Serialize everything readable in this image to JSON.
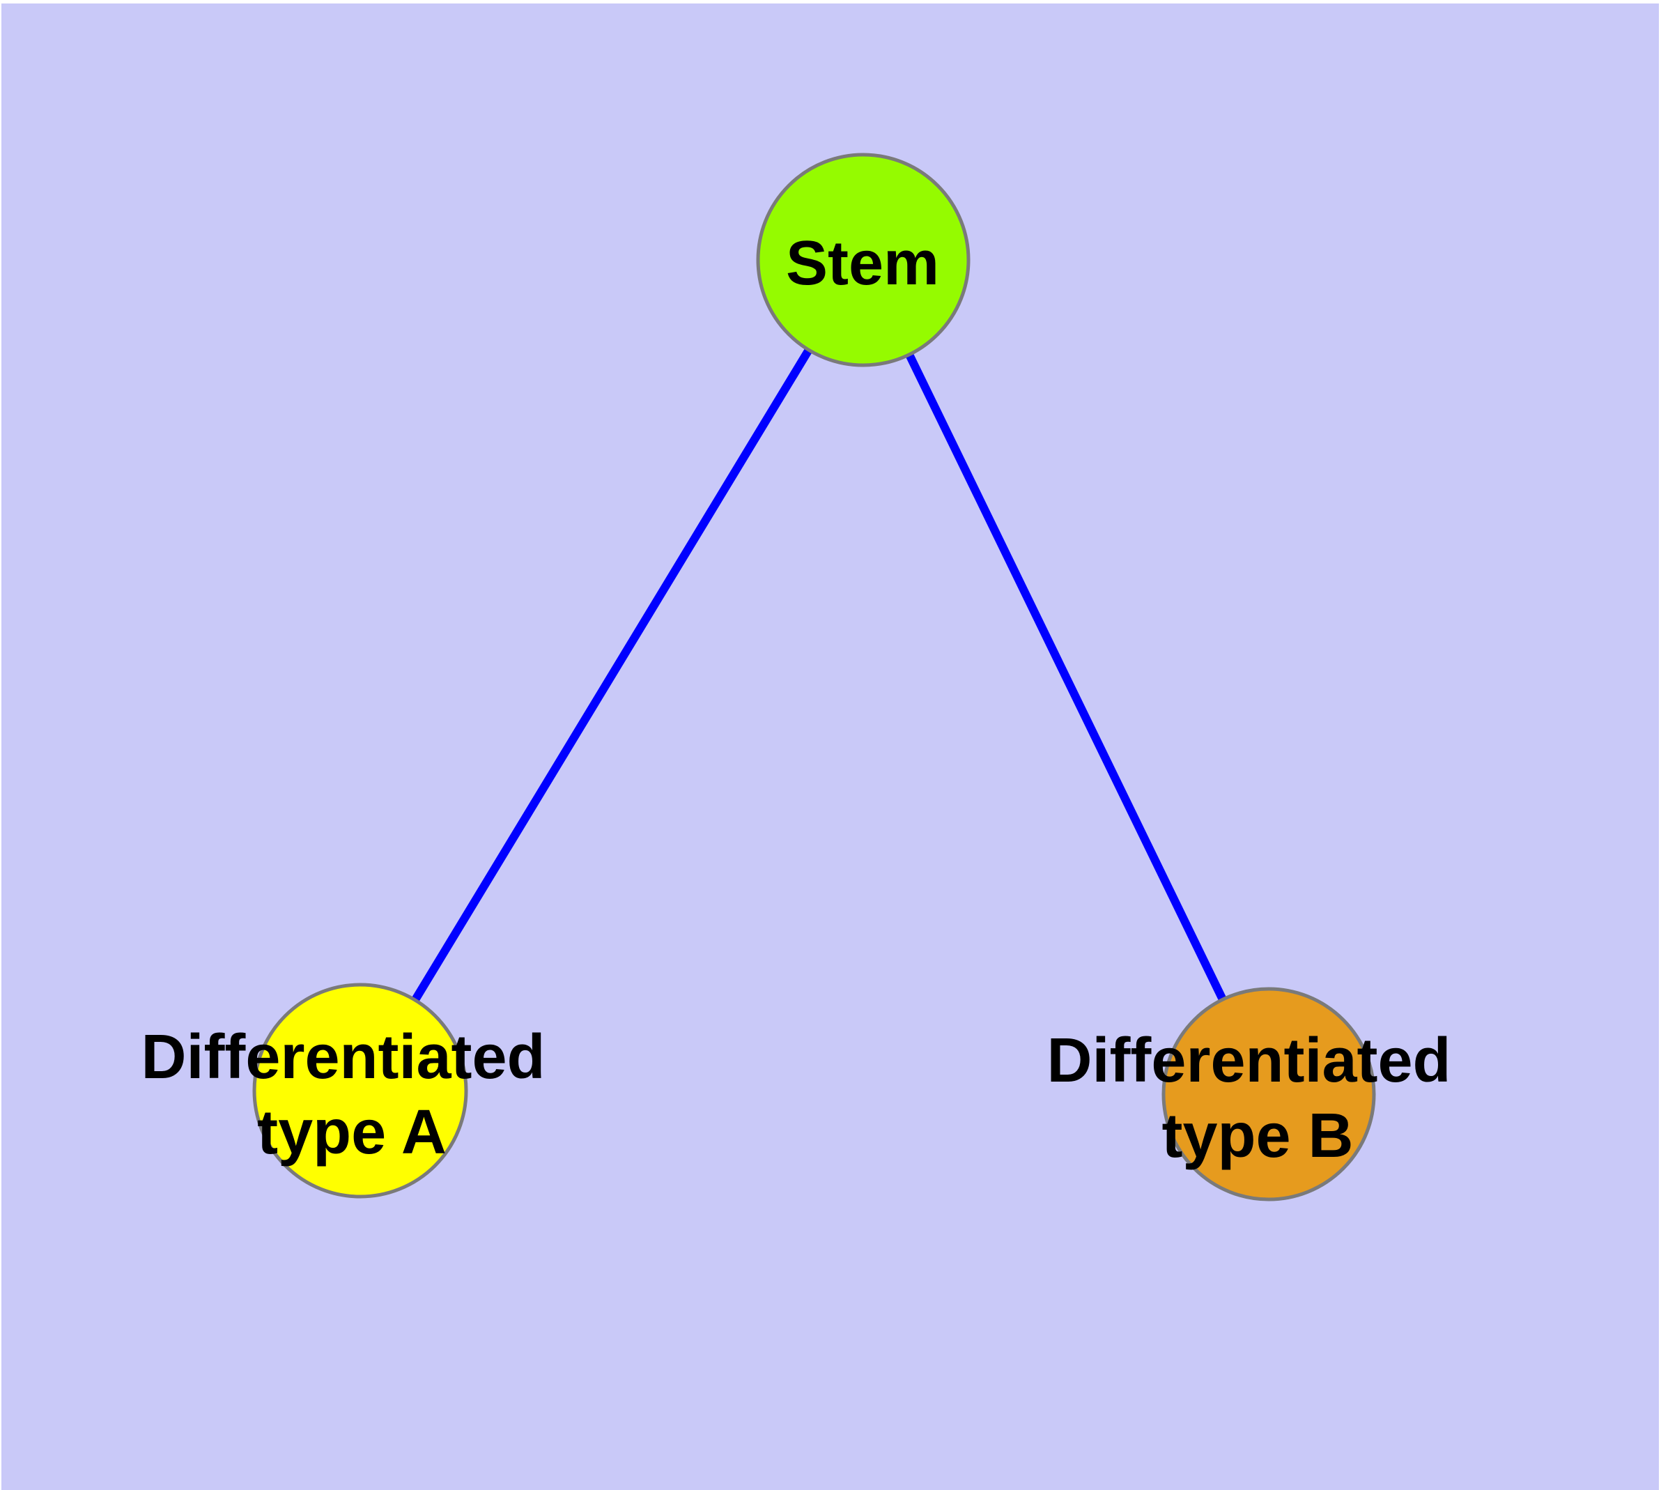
{
  "figure": {
    "background_color": "#C9C9F8",
    "margin_color": "#FFFFFF",
    "edge_color": "#0000FF",
    "node_border_color": "#7A7A7A",
    "label_color": "#000000",
    "nodes": [
      {
        "id": "stem",
        "label": "Stem",
        "fill": "#95FB00"
      },
      {
        "id": "differentiated-type-a",
        "label_line1": "Differentiated",
        "label_line2": "type A",
        "fill": "#FFFF00"
      },
      {
        "id": "differentiated-type-b",
        "label_line1": "Differentiated",
        "label_line2": "type B",
        "fill": "#E69B1E"
      }
    ],
    "edges": [
      {
        "from": "Stem",
        "to": "Differentiated type A"
      },
      {
        "from": "Stem",
        "to": "Differentiated type B"
      }
    ]
  }
}
